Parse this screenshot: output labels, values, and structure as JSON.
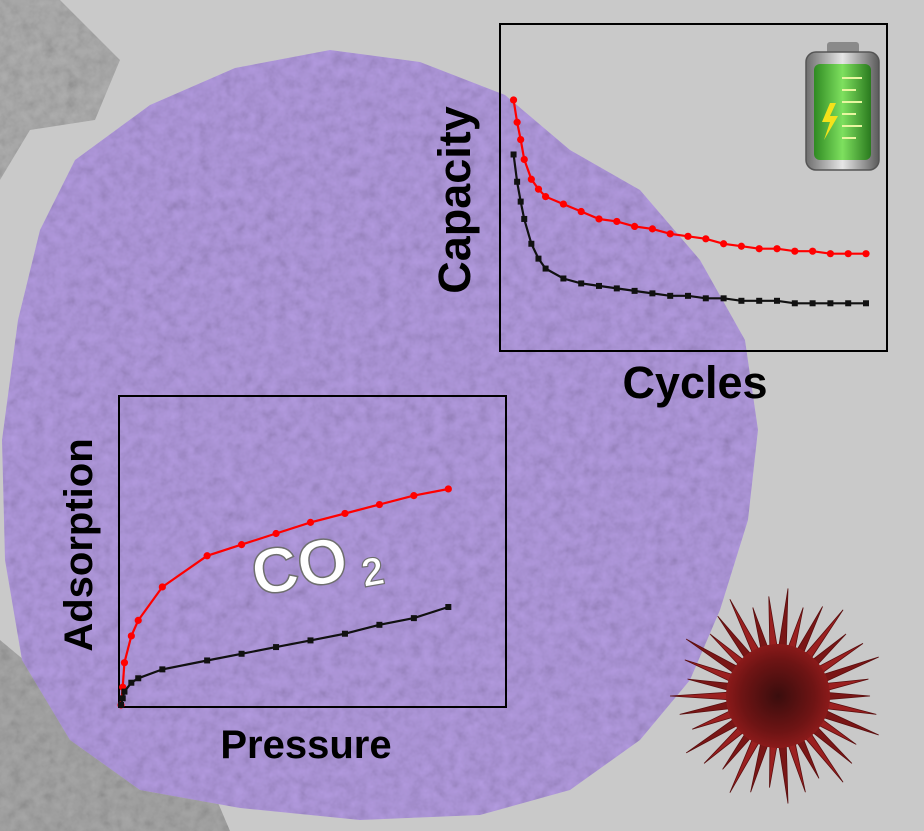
{
  "colors": {
    "background_gray": "#c9c9c9",
    "particle_purple": "#b39be0",
    "series_red": "#ff0000",
    "series_black": "#111111",
    "urchin_red": "#8b1a1a",
    "battery_green": "#4cbf3a"
  },
  "icons": [
    "battery-icon",
    "urchin-nanoparticle-icon",
    "co2-molecule-label"
  ],
  "molecule_label": {
    "main": "CO",
    "subscript": "2"
  },
  "chart_data": [
    {
      "type": "line",
      "title": "",
      "xlabel": "Cycles",
      "ylabel": "Capacity",
      "grid": false,
      "legend": "none",
      "xlim": [
        0,
        100
      ],
      "ylim": [
        0,
        100
      ],
      "series": [
        {
          "color": "#ff0000",
          "marker": "circle",
          "x": [
            1,
            2,
            3,
            4,
            6,
            8,
            10,
            15,
            20,
            25,
            30,
            35,
            40,
            45,
            50,
            55,
            60,
            65,
            70,
            75,
            80,
            85,
            90,
            95,
            100
          ],
          "y": [
            96,
            87,
            80,
            72,
            64,
            60,
            57,
            54,
            51,
            48,
            47,
            45,
            44,
            42,
            41,
            40,
            38,
            37,
            36,
            36,
            35,
            35,
            34,
            34,
            34
          ]
        },
        {
          "color": "#111111",
          "marker": "square",
          "x": [
            1,
            2,
            3,
            4,
            6,
            8,
            10,
            15,
            20,
            25,
            30,
            35,
            40,
            45,
            50,
            55,
            60,
            65,
            70,
            75,
            80,
            85,
            90,
            95,
            100
          ],
          "y": [
            74,
            63,
            55,
            48,
            38,
            32,
            28,
            24,
            22,
            21,
            20,
            19,
            18,
            17,
            17,
            16,
            16,
            15,
            15,
            15,
            14,
            14,
            14,
            14,
            14
          ]
        }
      ]
    },
    {
      "type": "line",
      "title": "",
      "xlabel": "Pressure",
      "ylabel": "Adsorption",
      "grid": false,
      "legend": "none",
      "xlim": [
        0,
        1.1
      ],
      "ylim": [
        0,
        1.1
      ],
      "series": [
        {
          "color": "#ff0000",
          "marker": "circle",
          "x": [
            0,
            0.005,
            0.01,
            0.03,
            0.05,
            0.12,
            0.25,
            0.35,
            0.45,
            0.55,
            0.65,
            0.75,
            0.85,
            0.95
          ],
          "y": [
            0,
            0.08,
            0.19,
            0.31,
            0.38,
            0.53,
            0.67,
            0.72,
            0.77,
            0.82,
            0.86,
            0.9,
            0.94,
            0.97
          ]
        },
        {
          "color": "#111111",
          "marker": "square",
          "x": [
            0,
            0.005,
            0.01,
            0.03,
            0.05,
            0.12,
            0.25,
            0.35,
            0.45,
            0.55,
            0.65,
            0.75,
            0.85,
            0.95
          ],
          "y": [
            0,
            0.03,
            0.06,
            0.1,
            0.12,
            0.16,
            0.2,
            0.23,
            0.26,
            0.29,
            0.32,
            0.36,
            0.39,
            0.44
          ]
        }
      ]
    }
  ]
}
